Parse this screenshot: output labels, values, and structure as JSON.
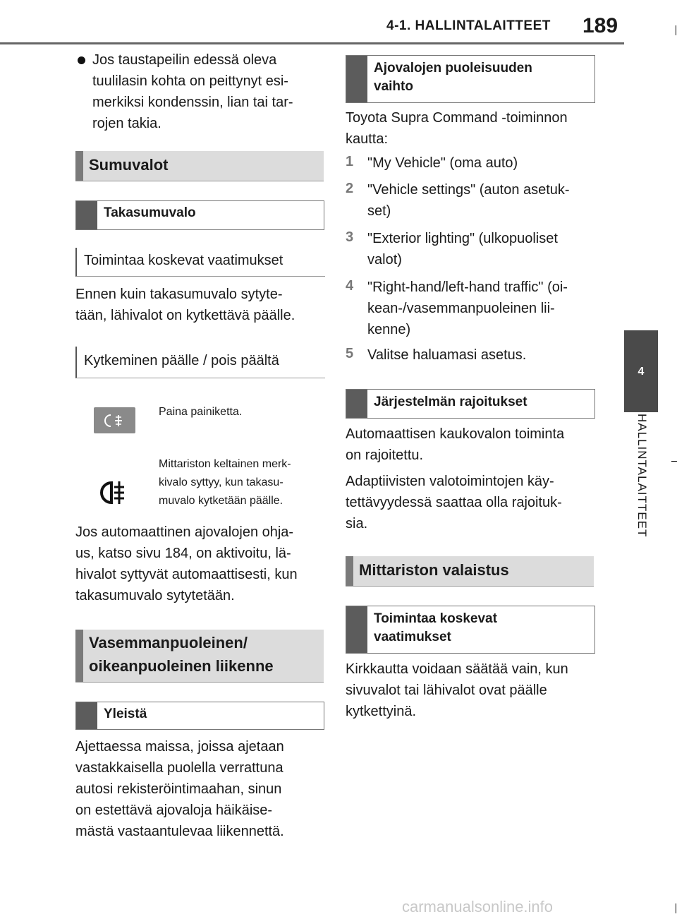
{
  "header": {
    "section": "4-1. HALLINTALAITTEET",
    "page_number": "189"
  },
  "tab": {
    "number": "4",
    "label": "HALLINTALAITTEET"
  },
  "left": {
    "bullet_text": [
      "Jos taustapeilin edessä oleva",
      "tuulilasin kohta on peittynyt esi-",
      "merkiksi kondenssin, lian tai tar-",
      "rojen takia."
    ],
    "h_fog": "Sumuvalot",
    "h_rear_fog": "Takasumuvalo",
    "h_requirements": "Toimintaa koskevat vaatimukset",
    "req_text": [
      "Ennen kuin takasumuvalo sytyte-",
      "tään, lähivalot on kytkettävä päälle."
    ],
    "h_switch": "Kytkeminen päälle / pois päältä",
    "press_button": "Paina painiketta.",
    "indicator_text": [
      "Mittariston keltainen merk-",
      "kivalo syttyy, kun takasu-",
      "muvalo kytketään päälle."
    ],
    "auto_text": [
      "Jos automaattinen ajovalojen ohja-",
      "us, katso sivu 184, on aktivoitu, lä-",
      "hivalot syttyvät automaattisesti, kun",
      "takasumuvalo sytytetään."
    ],
    "h_traffic": [
      "Vasemmanpuoleinen/",
      "oikeanpuoleinen liikenne"
    ],
    "h_general": "Yleistä",
    "general_text": [
      "Ajettaessa maissa, joissa ajetaan",
      "vastakkaisella puolella verrattuna",
      "autosi rekisteröintimaahan, sinun",
      "on estettävä ajovaloja häikäise-",
      "mästä vastaantulevaa liikennettä."
    ]
  },
  "right": {
    "h_side_change": [
      "Ajovalojen puoleisuuden",
      "vaihto"
    ],
    "command_text": [
      "Toyota Supra Command -toiminnon",
      "kautta:"
    ],
    "steps": [
      {
        "n": "1",
        "lines": [
          "\"My Vehicle\" (oma auto)"
        ]
      },
      {
        "n": "2",
        "lines": [
          "\"Vehicle settings\" (auton asetuk-",
          "set)"
        ]
      },
      {
        "n": "3",
        "lines": [
          "\"Exterior lighting\" (ulkopuoliset",
          "valot)"
        ]
      },
      {
        "n": "4",
        "lines": [
          "\"Right-hand/left-hand traffic\" (oi-",
          "kean-/vasemmanpuoleinen lii-",
          "kenne)"
        ]
      },
      {
        "n": "5",
        "lines": [
          "Valitse haluamasi asetus."
        ]
      }
    ],
    "h_limits": "Järjestelmän rajoitukset",
    "limits_text1": [
      "Automaattisen kaukovalon toiminta",
      "on rajoitettu."
    ],
    "limits_text2": [
      "Adaptiivisten valotoimintojen käy-",
      "tettävyydessä saattaa olla rajoituk-",
      "sia."
    ],
    "h_instrument": "Mittariston valaistus",
    "h_requirements2": [
      "Toimintaa koskevat",
      "vaatimukset"
    ],
    "brightness_text": [
      "Kirkkautta voidaan säätää vain, kun",
      "sivuvalot tai lähivalot ovat päälle",
      "kytkettyinä."
    ]
  },
  "footer": "carmanualsonline.info"
}
